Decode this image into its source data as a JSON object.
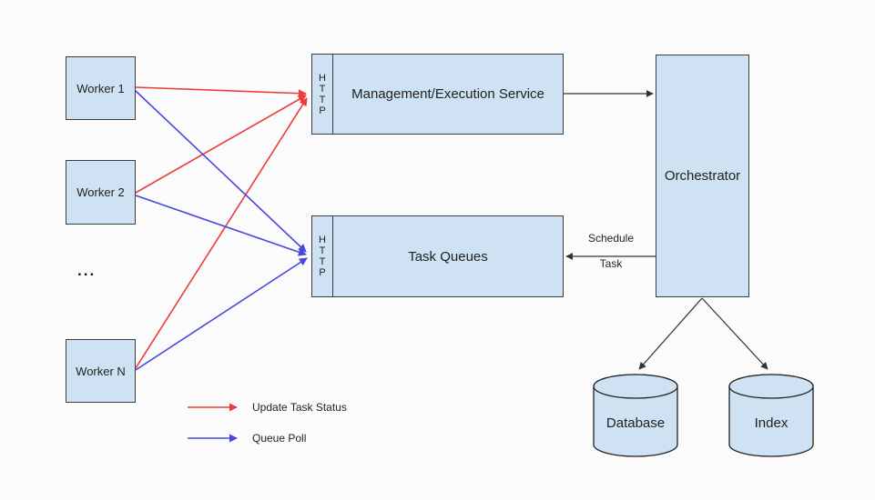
{
  "diagram": {
    "workers": [
      {
        "label": "Worker 1"
      },
      {
        "label": "Worker 2"
      },
      {
        "label": "Worker N"
      }
    ],
    "workers_ellipsis": "...",
    "http_label": "H\nT\nT\nP",
    "management_service_label": "Management/Execution Service",
    "task_queues_label": "Task Queues",
    "orchestrator_label": "Orchestrator",
    "datastores": [
      {
        "label": "Database"
      },
      {
        "label": "Index"
      }
    ],
    "schedule_task_label": {
      "line1": "Schedule",
      "line2": "Task"
    },
    "legend": {
      "items": [
        {
          "label": "Update Task Status",
          "color": "#ee3b3b"
        },
        {
          "label": "Queue Poll",
          "color": "#4747dd"
        }
      ]
    },
    "colors": {
      "node_fill": "#cfe2f3",
      "node_border": "#3d3d3d",
      "update_task_status_arrow": "#ee3b3b",
      "queue_poll_arrow": "#4747dd",
      "flow_arrow": "#333333",
      "background": "#fbfbfb"
    }
  }
}
